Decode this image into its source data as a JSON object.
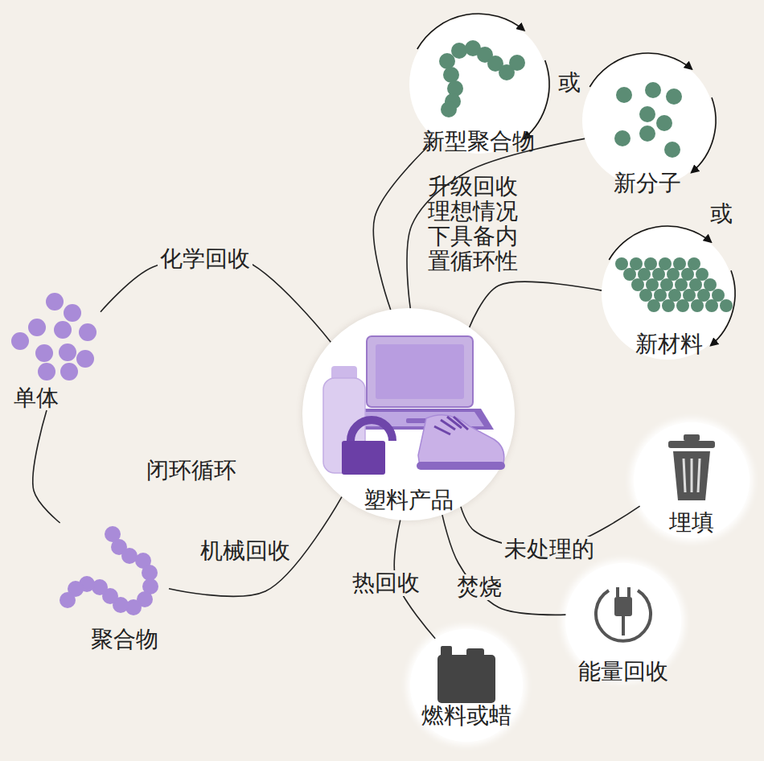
{
  "diagram": {
    "nodes": [
      {
        "text": [
          "新型聚合物"
        ]
      },
      {
        "text": [
          "新分子"
        ]
      },
      {
        "text": [
          "新材料"
        ]
      },
      {
        "text": [
          "单体"
        ]
      },
      {
        "text": [
          "塑料产品"
        ]
      },
      {
        "text": [
          "埋填"
        ]
      },
      {
        "text": [
          "聚合物"
        ]
      },
      {
        "text": [
          "能量回收"
        ]
      },
      {
        "text": [
          "燃料或蜡"
        ]
      }
    ],
    "edges": [
      {
        "from": 4,
        "to": 3,
        "label": "化学回收",
        "arrow": "none"
      },
      {
        "from": 3,
        "to": 6,
        "arrow": "none"
      },
      {
        "from": 6,
        "to": 4,
        "label": "机械回收",
        "arrow": "none"
      },
      {
        "from": 4,
        "to": 0,
        "arrow": "none"
      },
      {
        "from": 4,
        "to": 1,
        "arrow": "none"
      },
      {
        "from": 4,
        "to": 2,
        "arrow": "none"
      },
      {
        "from": 4,
        "to": 5,
        "label": "未处理的",
        "arrow": "none"
      },
      {
        "from": 4,
        "to": 7,
        "label": "焚烧",
        "arrow": "none"
      },
      {
        "from": 4,
        "to": 8,
        "label": "热回收",
        "arrow": "none"
      }
    ],
    "labels": [
      "或",
      "或",
      "升级回收 理想情况 下具备内 置循环性",
      "闭环循环"
    ]
  }
}
